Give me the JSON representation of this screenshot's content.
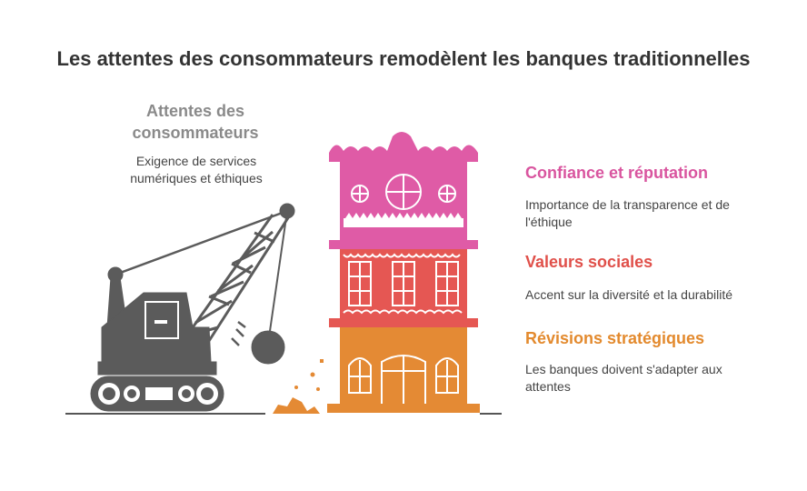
{
  "title": "Les attentes des consommateurs remodèlent les banques traditionnelles",
  "left": {
    "heading": "Attentes des consommateurs",
    "description": "Exigence de services numériques et éthiques"
  },
  "items": [
    {
      "title": "Confiance et réputation",
      "description": "Importance de la transparence et de l'éthique",
      "color": "#d9559f"
    },
    {
      "title": "Valeurs sociales",
      "description": "Accent sur la diversité et la durabilité",
      "color": "#e0504a"
    },
    {
      "title": "Révisions stratégiques",
      "description": "Les banques doivent s'adapter aux attentes",
      "color": "#e38a2e"
    }
  ],
  "colors": {
    "crane": "#5b5b5b",
    "pink": "#df5ba6",
    "red": "#e55753",
    "orange": "#e48a34"
  }
}
